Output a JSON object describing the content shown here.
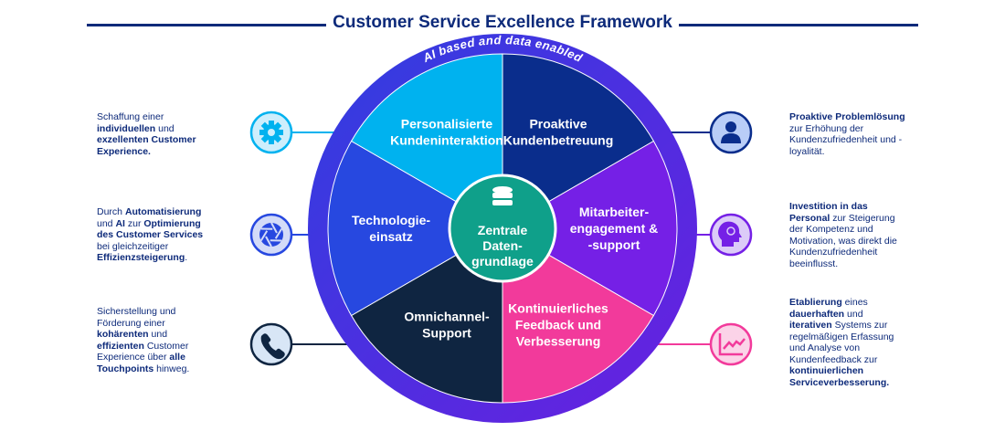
{
  "title": "Customer Service Excellence Framework",
  "ring_label": "AI based and data enabled",
  "center": {
    "lines": [
      "Zentrale",
      "Daten-",
      "grundlage"
    ],
    "icon": "database-icon"
  },
  "segments": [
    {
      "lines": [
        "Proaktive",
        "Kundenbetreuung"
      ],
      "color": "#0a2d8c"
    },
    {
      "lines": [
        "Mitarbeiter-",
        "engagement &",
        "-support"
      ],
      "color": "#7520e6"
    },
    {
      "lines": [
        "Kontinuierliches",
        "Feedback und",
        "Verbesserung"
      ],
      "color": "#f23a9b"
    },
    {
      "lines": [
        "Omnichannel-",
        "Support"
      ],
      "color": "#0f2541"
    },
    {
      "lines": [
        "Technologie-",
        "einsatz"
      ],
      "color": "#2748e0"
    },
    {
      "lines": [
        "Personalisierte",
        "Kundeninteraktion"
      ],
      "color": "#00b2ef"
    }
  ],
  "left": [
    {
      "icon": "gear-icon",
      "parts": [
        [
          "Schaffung einer ",
          0
        ],
        [
          "individuellen",
          1
        ],
        [
          " und ",
          0
        ],
        [
          "exzellenten Customer Experience.",
          1
        ]
      ]
    },
    {
      "icon": "aperture-icon",
      "parts": [
        [
          "Durch ",
          0
        ],
        [
          "Automatisierung",
          1
        ],
        [
          " und ",
          0
        ],
        [
          "AI",
          1
        ],
        [
          " zur ",
          0
        ],
        [
          "Optimierung des Customer Services",
          1
        ],
        [
          " bei gleichzeitiger ",
          0
        ],
        [
          "Effizienzsteigerung",
          1
        ],
        [
          ".",
          0
        ]
      ]
    },
    {
      "icon": "phone-icon",
      "parts": [
        [
          "Sicherstellung und Förderung einer ",
          0
        ],
        [
          "kohärenten",
          1
        ],
        [
          " und ",
          0
        ],
        [
          "effizienten",
          1
        ],
        [
          " Customer Experience über ",
          0
        ],
        [
          "alle Touchpoints",
          1
        ],
        [
          " hinweg.",
          0
        ]
      ]
    }
  ],
  "right": [
    {
      "icon": "user-icon",
      "parts": [
        [
          "Proaktive Problemlösung",
          1
        ],
        [
          " zur Erhöhung der Kundenzufriedenheit und -loyalität.",
          0
        ]
      ]
    },
    {
      "icon": "head-lightbulb-icon",
      "parts": [
        [
          "Investition in das Personal",
          1
        ],
        [
          " zur Steigerung der Kompetenz und Motivation, was direkt die Kundenzufriedenheit beeinflusst.",
          0
        ]
      ]
    },
    {
      "icon": "trend-chart-icon",
      "parts": [
        [
          "Etablierung",
          1
        ],
        [
          " eines ",
          0
        ],
        [
          "dauerhaften",
          1
        ],
        [
          " und ",
          0
        ],
        [
          "iterativen",
          1
        ],
        [
          " Systems zur regelmäßigen Erfassung und Analyse von Kundenfeedback zur ",
          0
        ],
        [
          "kontinuierlichen Serviceverbesserung.",
          1
        ]
      ]
    }
  ]
}
